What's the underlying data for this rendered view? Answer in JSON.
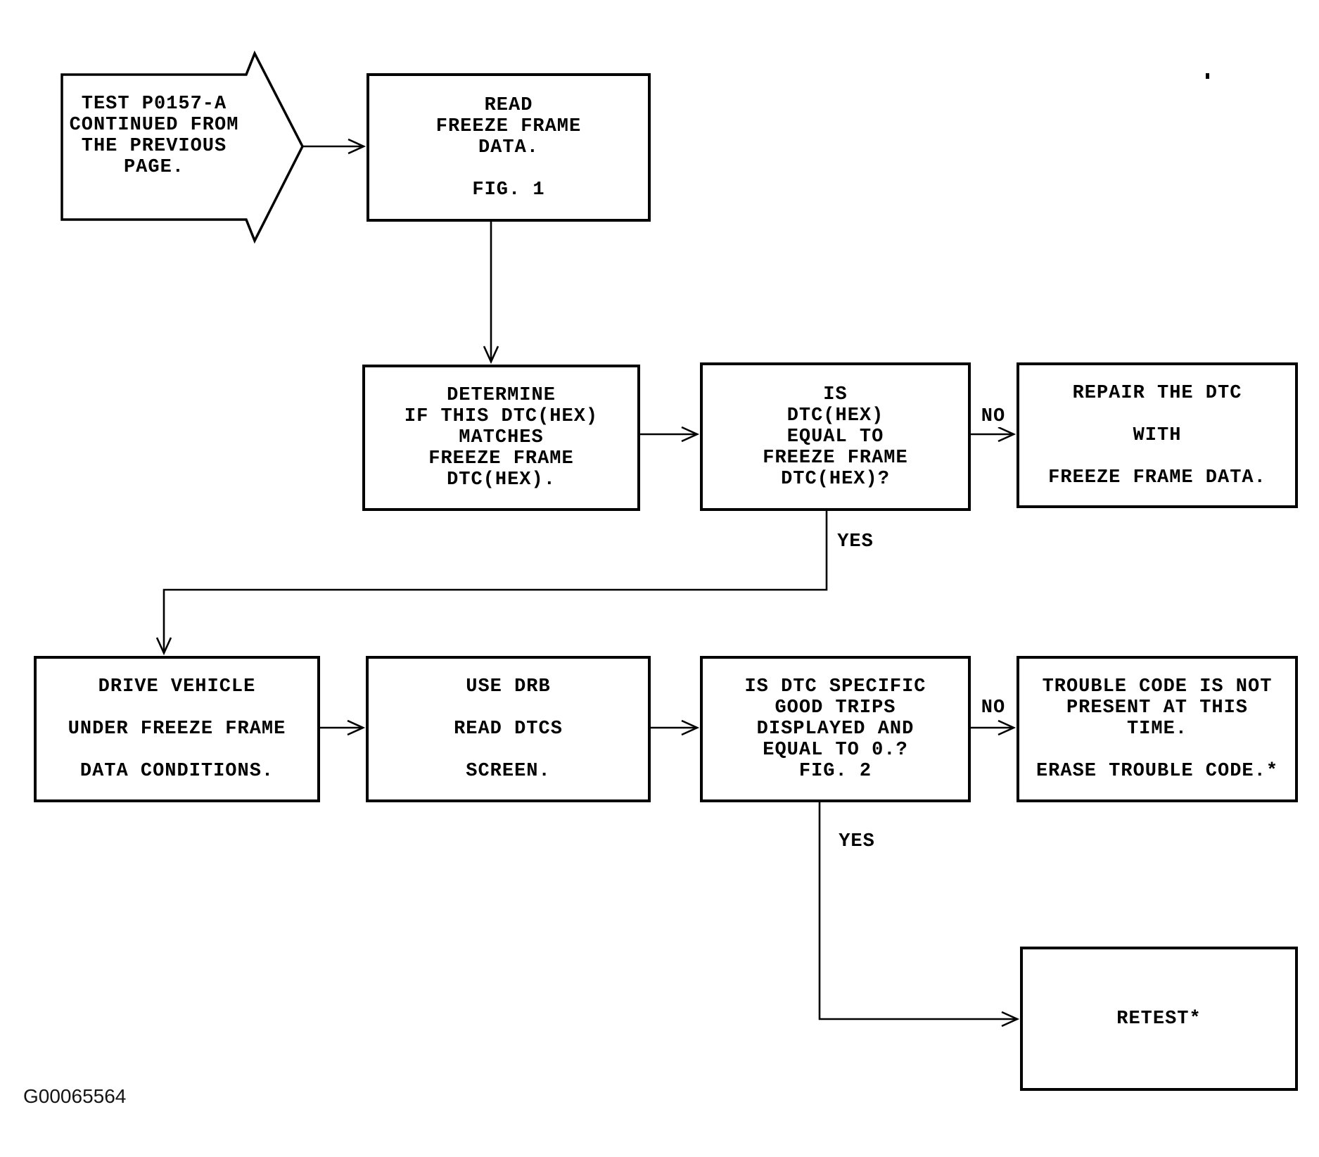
{
  "flowchart": {
    "nodes": {
      "start": {
        "lines": [
          "TEST P0157-A",
          "CONTINUED FROM",
          "THE PREVIOUS",
          "PAGE."
        ]
      },
      "read_freeze_frame": {
        "lines": [
          "READ",
          "FREEZE FRAME",
          "DATA.",
          "",
          "FIG. 1"
        ]
      },
      "determine_match": {
        "lines": [
          "DETERMINE",
          "IF THIS DTC(HEX)",
          "MATCHES",
          "FREEZE FRAME",
          "DTC(HEX)."
        ]
      },
      "is_dtc_equal": {
        "lines": [
          "IS",
          "DTC(HEX)",
          "EQUAL TO",
          "FREEZE FRAME",
          "DTC(HEX)?"
        ]
      },
      "repair_dtc": {
        "lines": [
          "REPAIR THE DTC",
          "",
          "WITH",
          "",
          "FREEZE FRAME DATA."
        ]
      },
      "drive_vehicle": {
        "lines": [
          "DRIVE VEHICLE",
          "",
          "UNDER FREEZE FRAME",
          "",
          "DATA CONDITIONS."
        ]
      },
      "use_drb": {
        "lines": [
          "USE DRB",
          "",
          "READ DTCS",
          "",
          "SCREEN."
        ]
      },
      "good_trips_zero": {
        "lines": [
          "IS DTC SPECIFIC",
          "GOOD TRIPS",
          "DISPLAYED AND",
          "EQUAL TO 0.?",
          "FIG. 2"
        ]
      },
      "code_not_present": {
        "lines": [
          "TROUBLE CODE IS NOT",
          "PRESENT AT THIS",
          "TIME.",
          "",
          "ERASE TROUBLE CODE.*"
        ]
      },
      "retest": {
        "lines": [
          "RETEST*"
        ]
      }
    },
    "edge_labels": {
      "dtc_equal_no": "NO",
      "dtc_equal_yes": "YES",
      "good_trips_no": "NO",
      "good_trips_yes": "YES"
    },
    "footer": {
      "figure_code": "G00065564"
    },
    "colors": {
      "ink": "#000000",
      "paper": "#ffffff"
    }
  }
}
